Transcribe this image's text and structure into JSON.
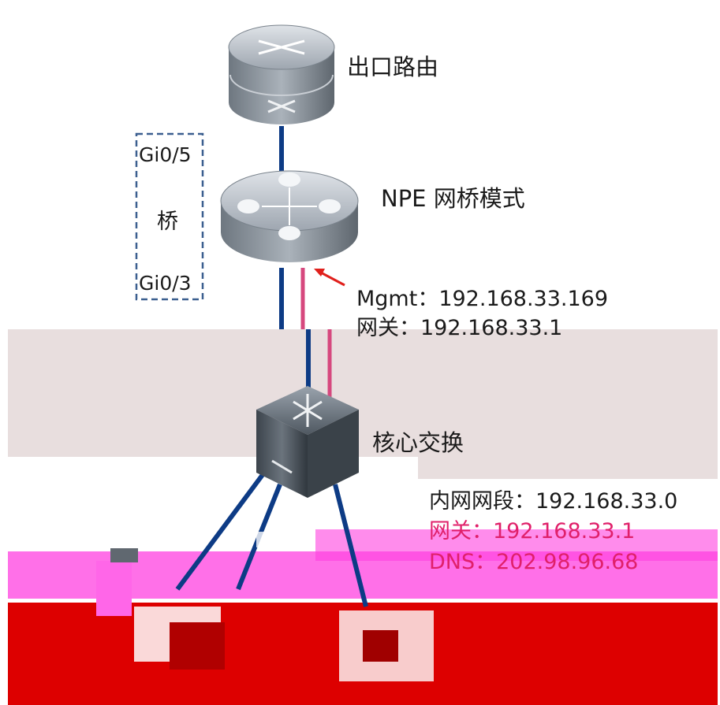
{
  "labels": {
    "router": "出口路由",
    "npe": "NPE 网桥模式",
    "core": "核心交换",
    "bridge_port_top": "Gi0/5",
    "bridge_label": "桥",
    "bridge_port_bottom": "Gi0/3"
  },
  "npe_info": {
    "mgmt": "Mgmt：192.168.33.169",
    "gateway": "网关：192.168.33.1"
  },
  "lan_info": {
    "segment": "内网网段：192.168.33.0",
    "gateway": "网关：192.168.33.1",
    "dns": "DNS：202.98.96.68"
  },
  "colors": {
    "trunk_link": "#0d3b85",
    "mgmt_link": "#d6487e",
    "arrow": "#e0201c",
    "glitch_magenta": "#ff40e0",
    "glitch_red": "#dd0000",
    "glitch_gray": "#e8dede"
  }
}
